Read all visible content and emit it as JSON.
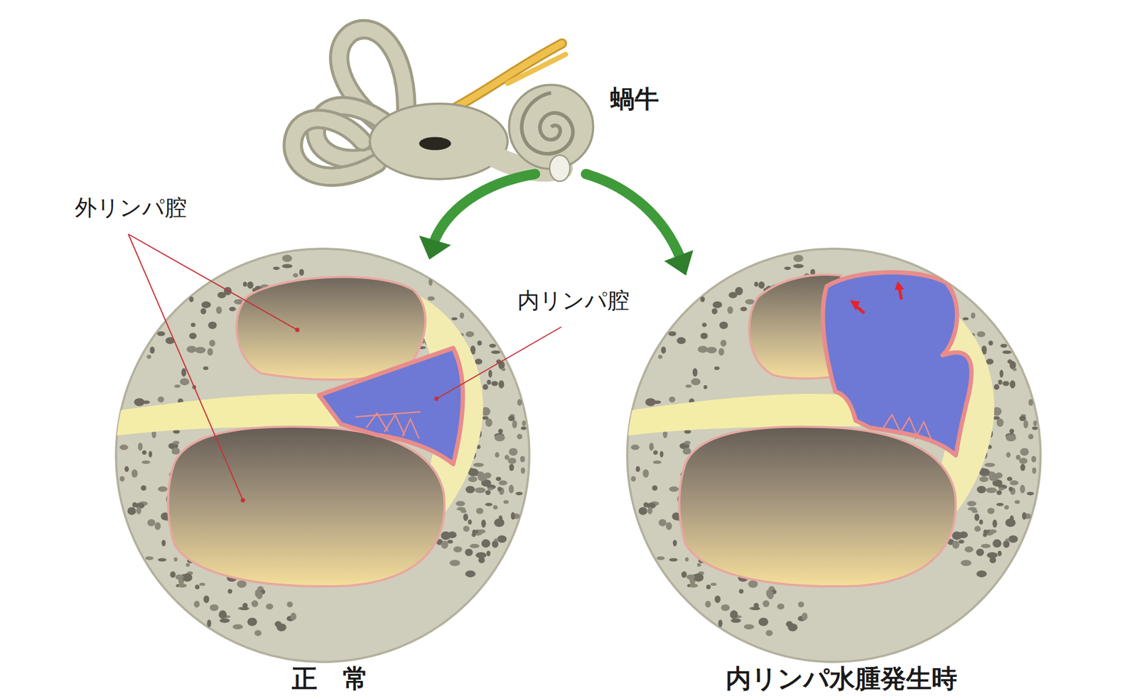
{
  "diagram": {
    "labels": [
      "蝸牛",
      "外リンパ腔",
      "内リンパ腔",
      "正　常",
      "内リンパ水腫発生時"
    ]
  }
}
